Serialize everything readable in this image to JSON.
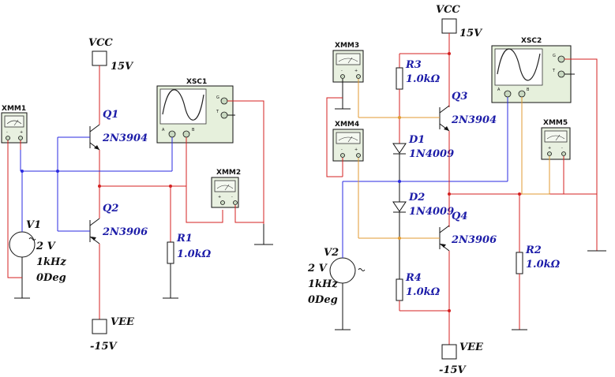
{
  "left": {
    "vcc_label": "VCC",
    "vcc_value": "15V",
    "vee_label": "VEE",
    "vee_value": "-15V",
    "q1_ref": "Q1",
    "q1_part": "2N3904",
    "q2_ref": "Q2",
    "q2_part": "2N3906",
    "r1_ref": "R1",
    "r1_value": "1.0kΩ",
    "v1_ref": "V1",
    "v1_amp": "2 V",
    "v1_freq": "1kHz",
    "v1_phase": "0Deg",
    "xmm1": "XMM1",
    "xmm2": "XMM2",
    "xsc1": "XSC1"
  },
  "right": {
    "vcc_label": "VCC",
    "vcc_value": "15V",
    "vee_label": "VEE",
    "vee_value": "-15V",
    "r3_ref": "R3",
    "r3_value": "1.0kΩ",
    "q3_ref": "Q3",
    "q3_part": "2N3904",
    "d1_ref": "D1",
    "d1_part": "1N4009",
    "d2_ref": "D2",
    "d2_part": "1N4009",
    "q4_ref": "Q4",
    "q4_part": "2N3906",
    "r2_ref": "R2",
    "r2_value": "1.0kΩ",
    "r4_ref": "R4",
    "r4_value": "1.0kΩ",
    "v2_ref": "V2",
    "v2_amp": "2 V",
    "v2_freq": "1kHz",
    "v2_phase": "0Deg",
    "xmm3": "XMM3",
    "xmm4": "XMM4",
    "xmm5": "XMM5",
    "xsc2": "XSC2"
  },
  "instrument_terminals": {
    "scope_g": "G",
    "scope_t": "T",
    "scope_a": "A",
    "scope_b": "B",
    "mm_minus": "-",
    "mm_plus": "+"
  },
  "colors": {
    "wire_red": "#d42020",
    "wire_blue": "#2a2ae0",
    "wire_orange": "#e09a30",
    "label_blue": "#1c1ca8"
  }
}
